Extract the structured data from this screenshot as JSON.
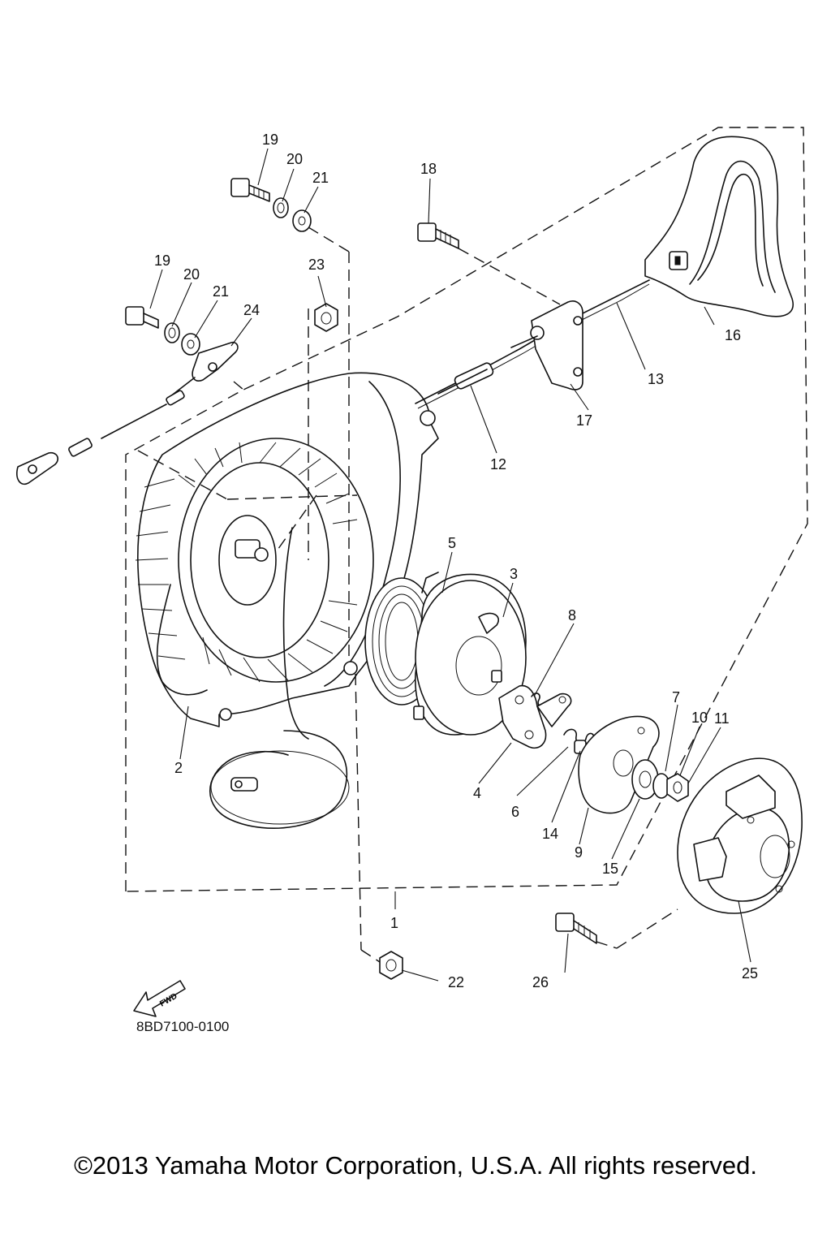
{
  "diagram": {
    "drawing_code": "8BD7100-0100",
    "fwd_label": "FWD",
    "parts": [
      {
        "id": "p1",
        "number": "1"
      },
      {
        "id": "p2",
        "number": "2"
      },
      {
        "id": "p3",
        "number": "3"
      },
      {
        "id": "p4",
        "number": "4"
      },
      {
        "id": "p5",
        "number": "5"
      },
      {
        "id": "p6",
        "number": "6"
      },
      {
        "id": "p7",
        "number": "7"
      },
      {
        "id": "p8",
        "number": "8"
      },
      {
        "id": "p9",
        "number": "9"
      },
      {
        "id": "p10",
        "number": "10"
      },
      {
        "id": "p11",
        "number": "11"
      },
      {
        "id": "p12",
        "number": "12"
      },
      {
        "id": "p13",
        "number": "13"
      },
      {
        "id": "p14",
        "number": "14"
      },
      {
        "id": "p15",
        "number": "15"
      },
      {
        "id": "p16",
        "number": "16"
      },
      {
        "id": "p17",
        "number": "17"
      },
      {
        "id": "p18",
        "number": "18"
      },
      {
        "id": "p19a",
        "number": "19"
      },
      {
        "id": "p19b",
        "number": "19"
      },
      {
        "id": "p20a",
        "number": "20"
      },
      {
        "id": "p20b",
        "number": "20"
      },
      {
        "id": "p21a",
        "number": "21"
      },
      {
        "id": "p21b",
        "number": "21"
      },
      {
        "id": "p22",
        "number": "22"
      },
      {
        "id": "p23",
        "number": "23"
      },
      {
        "id": "p24",
        "number": "24"
      },
      {
        "id": "p25",
        "number": "25"
      },
      {
        "id": "p26",
        "number": "26"
      }
    ]
  },
  "footer": {
    "copyright": "©2013 Yamaha Motor Corporation, U.S.A. All rights reserved."
  }
}
